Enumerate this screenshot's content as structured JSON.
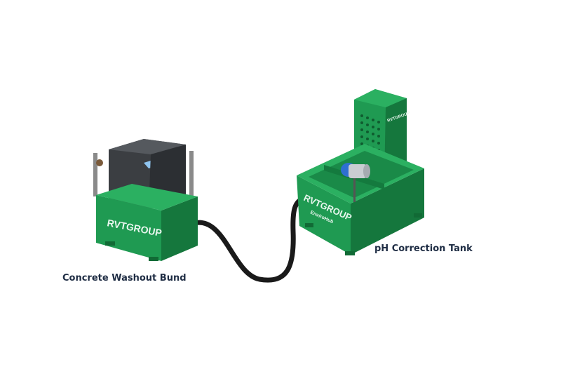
{
  "labels": {
    "bund": "Concrete Washout Bund",
    "tank": "pH Correction Tank"
  },
  "branding": {
    "bund_logo": "RVTGROUP",
    "tank_logo": "RVTGROUP",
    "tank_sub_logo": "EnviroHub",
    "cabinet_logo": "RVTGROUP"
  },
  "colors": {
    "tank_green": "#1f9a52",
    "tank_green_dark": "#15773d",
    "hose": "#1a1a1a",
    "container_dark": "#3b3e42",
    "pump_blue": "#2e6fd1",
    "label_text": "#1f2d44"
  }
}
